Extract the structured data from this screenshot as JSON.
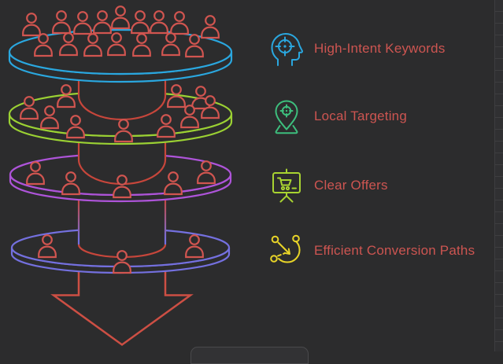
{
  "canvas": {
    "background": "#2c2c2d",
    "grid_line_color": "#3e3e40"
  },
  "funnel": {
    "people_color": "#d15550",
    "column_color": "#c7463b",
    "arrow_color": "#cd4f44",
    "levels": [
      {
        "label": "High-Intent Keywords",
        "disc_color": "#2aa7df",
        "people_count": 16,
        "people": [
          [
            40,
            16
          ],
          [
            78,
            13
          ],
          [
            105,
            14
          ],
          [
            130,
            13
          ],
          [
            153,
            7
          ],
          [
            178,
            13
          ],
          [
            202,
            13
          ],
          [
            228,
            14
          ],
          [
            267,
            19
          ],
          [
            55,
            42
          ],
          [
            87,
            41
          ],
          [
            118,
            42
          ],
          [
            148,
            41
          ],
          [
            180,
            42
          ],
          [
            217,
            41
          ],
          [
            247,
            43
          ]
        ]
      },
      {
        "label": "Local Targeting",
        "disc_color": "#9bd133",
        "people_count": 10,
        "people": [
          [
            84,
            107
          ],
          [
            224,
            107
          ],
          [
            255,
            109
          ],
          [
            37,
            122
          ],
          [
            267,
            121
          ],
          [
            63,
            134
          ],
          [
            241,
            133
          ],
          [
            96,
            146
          ],
          [
            211,
            145
          ],
          [
            157,
            151
          ]
        ]
      },
      {
        "label": "Clear Offers",
        "disc_color": "#ae54d9",
        "people_count": 5,
        "people": [
          [
            45,
            205
          ],
          [
            90,
            218
          ],
          [
            155,
            222
          ],
          [
            220,
            218
          ],
          [
            262,
            204
          ]
        ]
      },
      {
        "label": "Efficient Conversion Paths",
        "disc_color": "#7470df",
        "people_count": 3,
        "people": [
          [
            60,
            298
          ],
          [
            155,
            318
          ],
          [
            247,
            298
          ]
        ]
      }
    ]
  },
  "legend": {
    "text_color": "#cd5551",
    "rows": [
      {
        "label": "High-Intent Keywords",
        "icon": "head-target-icon",
        "icon_color": "#2aa7df"
      },
      {
        "label": "Local Targeting",
        "icon": "location-pin-icon",
        "icon_color": "#3dbe7d"
      },
      {
        "label": "Clear Offers",
        "icon": "offer-board-icon",
        "icon_color": "#a8d331"
      },
      {
        "label": "Efficient Conversion Paths",
        "icon": "conversion-paths-icon",
        "icon_color": "#e8d428"
      }
    ]
  },
  "bottom_panel": {
    "visible": true
  }
}
